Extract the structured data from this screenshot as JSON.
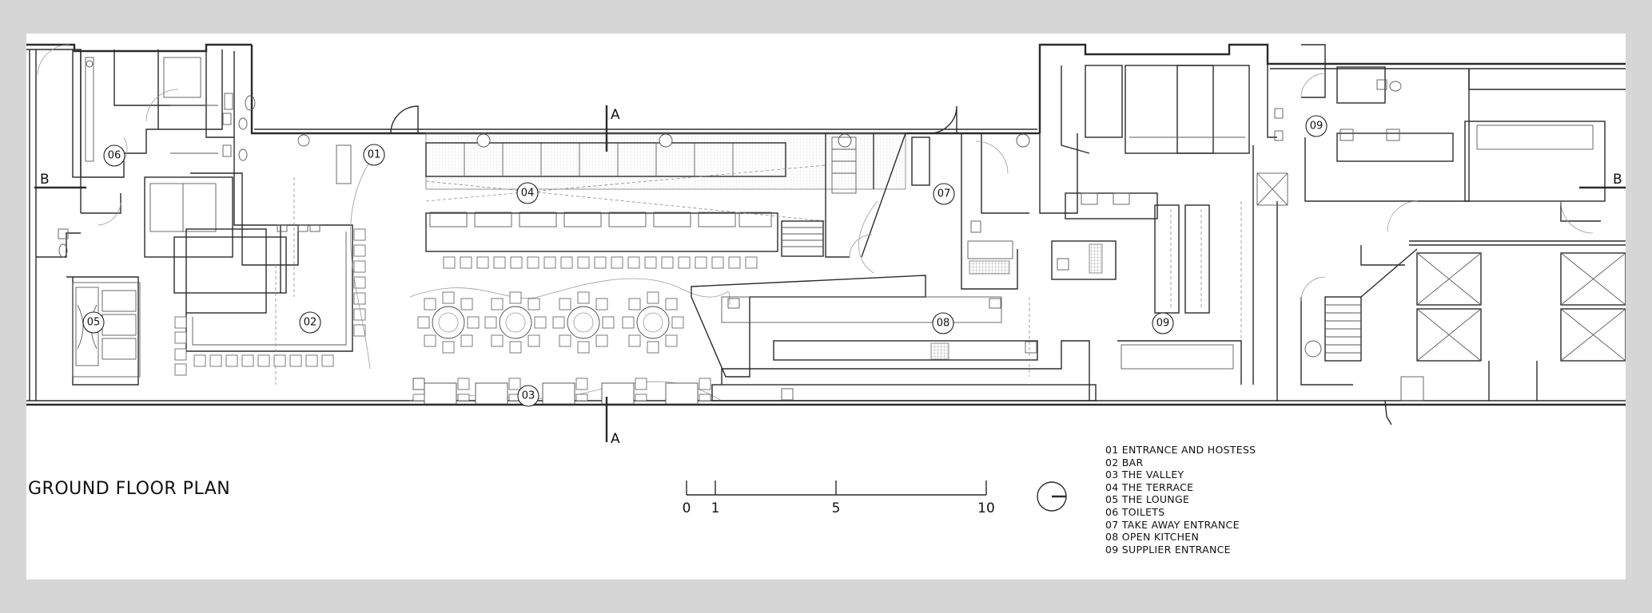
{
  "drawing": {
    "title": "GROUND FLOOR PLAN",
    "section_labels": [
      "A",
      "A",
      "B",
      "B"
    ],
    "room_tags": [
      "01",
      "02",
      "03",
      "04",
      "05",
      "06",
      "07",
      "08",
      "09",
      "09"
    ],
    "scale_bar": {
      "labels": [
        "0",
        "1",
        "5",
        "10"
      ]
    },
    "legend": [
      "01 ENTRANCE AND HOSTESS",
      "02 BAR",
      "03 THE VALLEY",
      "04 THE TERRACE",
      "05 THE LOUNGE",
      "06 TOILETS",
      "07 TAKE AWAY ENTRANCE",
      "08 OPEN KITCHEN",
      "09 SUPPLIER ENTRANCE"
    ],
    "north_arrow_icon": "north-arrow-icon",
    "colors": {
      "sheet": "#ffffff",
      "background": "#d6d6d6",
      "line": "#2b2b2b"
    }
  }
}
